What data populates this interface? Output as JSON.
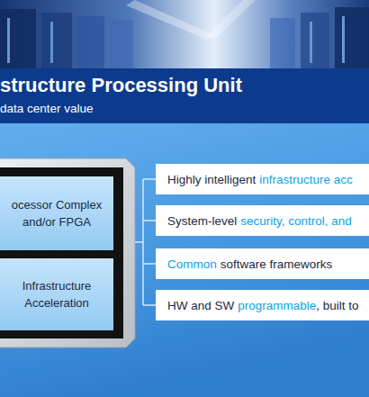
{
  "diagram": {
    "title": "structure Processing Unit",
    "nodes": [
      {
        "text": [
          "ocessor Complex and/or FPGA"
        ]
      },
      {
        "text": [
          "Infrastructure Acceleration"
        ]
      },
      {
        "text": [
          "Highly intelligent",
          "infrastructure acc"
        ]
      },
      {
        "text": [
          "System-level",
          "security, control, and"
        ]
      },
      {
        "text": [
          "Common",
          "software frameworks"
        ]
      },
      {
        "text": [
          "HW and SW",
          "programmable",
          ", built to"
        ]
      }
    ],
    "labels": [
      "data center value"
    ]
  }
}
